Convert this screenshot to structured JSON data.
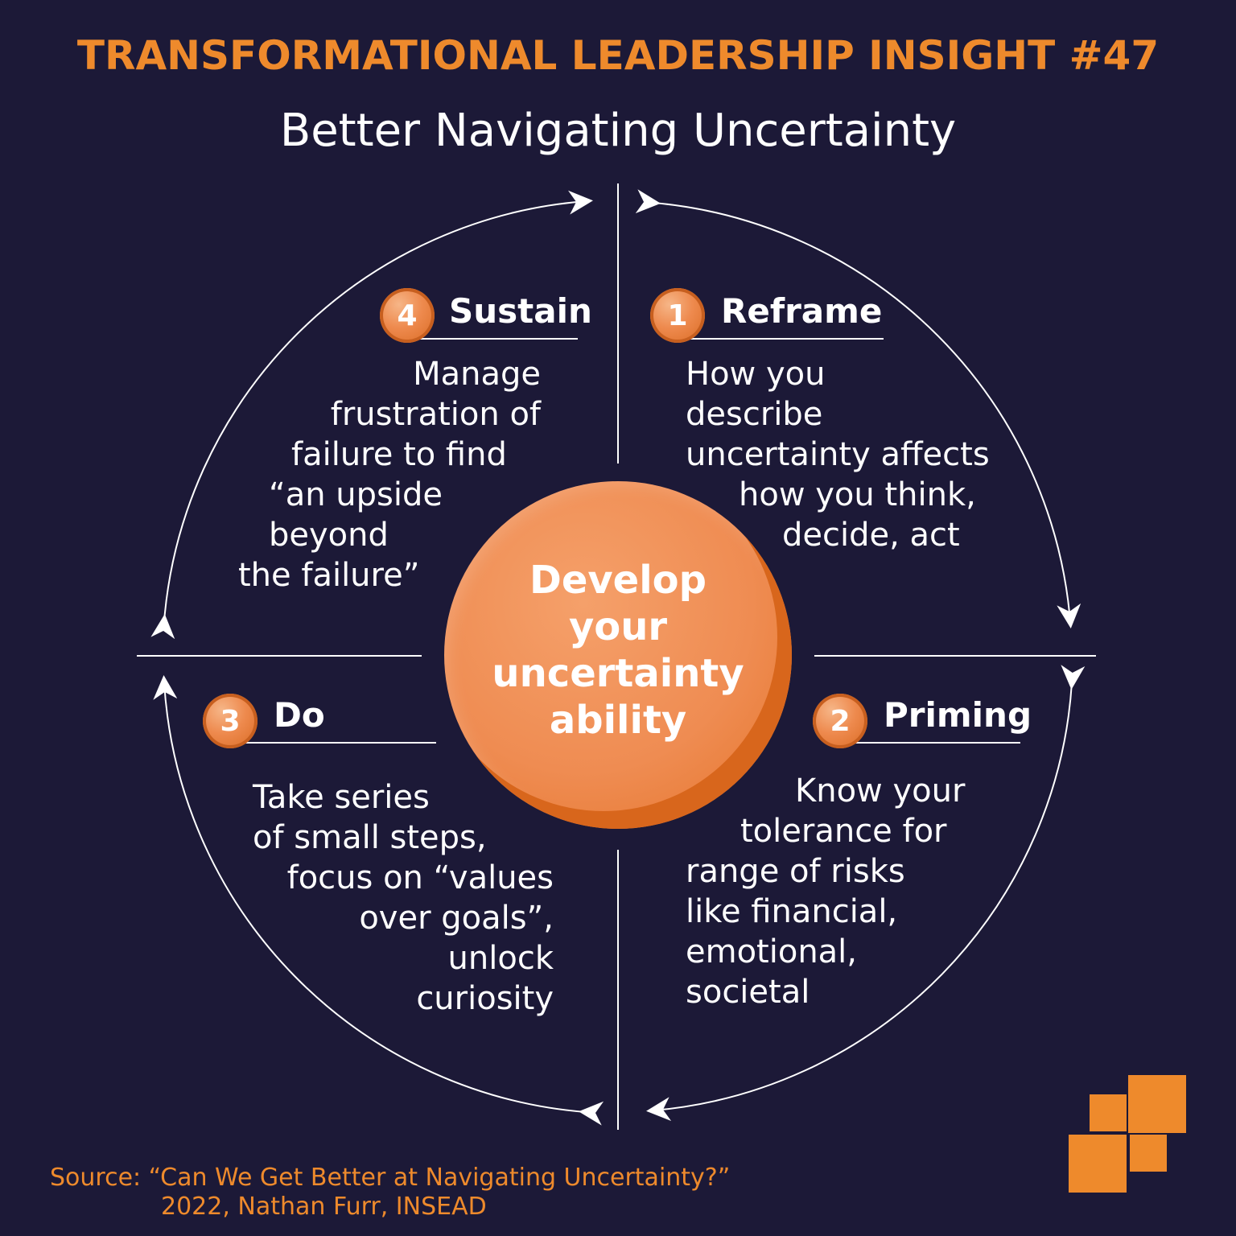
{
  "header": {
    "title": "TRANSFORMATIONAL LEADERSHIP INSIGHT #47",
    "subtitle": "Better Navigating Uncertainty"
  },
  "center": {
    "lines": [
      "Develop",
      "your",
      "uncertainty",
      "ability"
    ]
  },
  "steps": [
    {
      "number": "1",
      "title": "Reframe",
      "lines": [
        "How you",
        "describe",
        "uncertainty affects",
        "how you think,",
        "decide, act"
      ]
    },
    {
      "number": "2",
      "title": "Priming",
      "lines": [
        "Know your",
        "tolerance for",
        "range of risks",
        "like financial,",
        "emotional,",
        "societal"
      ]
    },
    {
      "number": "3",
      "title": "Do",
      "lines": [
        "Take series",
        "of small steps,",
        "focus on “values",
        "over goals”,",
        "unlock",
        "curiosity"
      ]
    },
    {
      "number": "4",
      "title": "Sustain",
      "lines": [
        "Manage",
        "frustration of",
        "failure to find",
        "“an upside",
        "beyond",
        "the failure”"
      ]
    }
  ],
  "source": {
    "line1": "Source:  “Can We Get Better at Navigating Uncertainty?”",
    "line2": "2022, Nathan Furr, INSEAD"
  },
  "colors": {
    "background": "#1c1937",
    "accent": "#ee8a2c",
    "text": "#ffffff"
  }
}
